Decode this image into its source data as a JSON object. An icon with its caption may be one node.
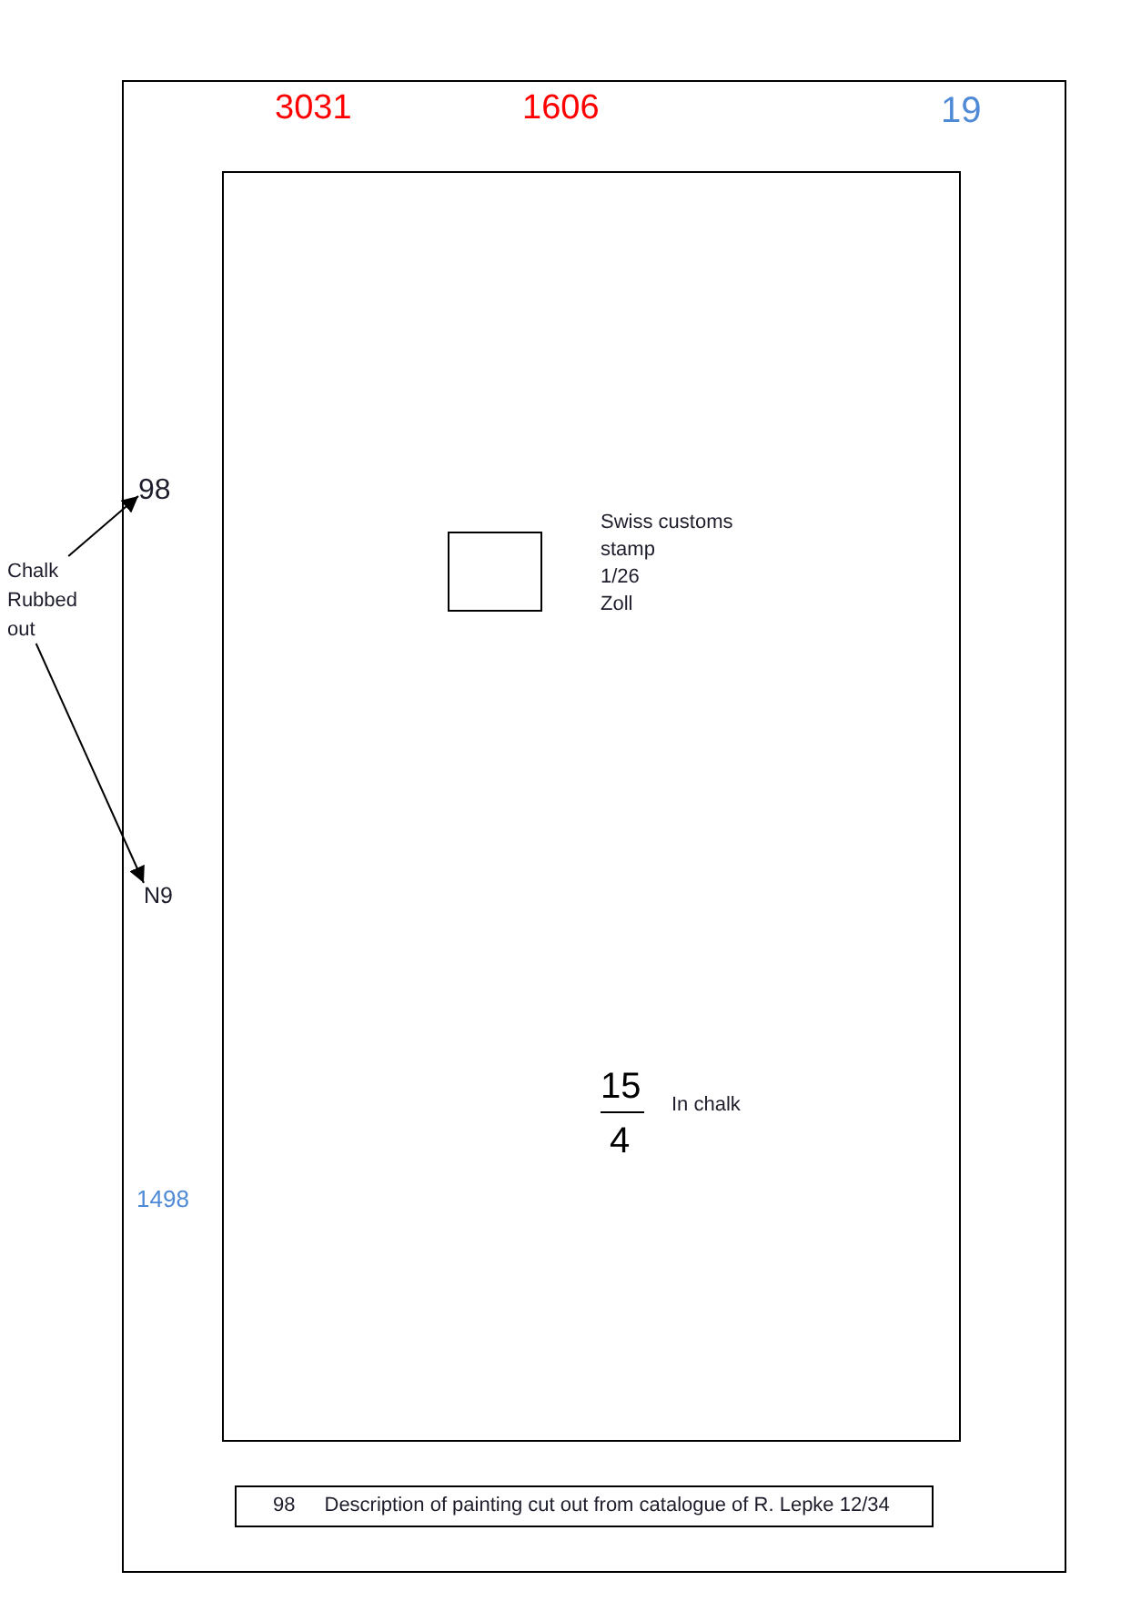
{
  "diagram": {
    "nodes": [
      {
        "text": [],
        "shape": "box"
      },
      {
        "text": [],
        "shape": "box",
        "in": 0
      },
      {
        "text": [
          "98"
        ],
        "in": 0
      },
      {
        "text": [
          "Chalk Rubbed out"
        ]
      },
      {
        "text": [],
        "shape": "box",
        "in": 1,
        "beside": [
          "Swiss customs stamp",
          "1/26",
          "Zoll"
        ]
      },
      {
        "text": [
          "N9"
        ],
        "in": 0
      },
      {
        "text": [
          "98",
          "Description of painting cut out from catalogue of R. Lepke 12/34"
        ],
        "in": 0
      }
    ],
    "edges": [
      {
        "from": 3,
        "to": 2,
        "arrow": "to"
      },
      {
        "from": 3,
        "to": 5,
        "arrow": "to"
      }
    ],
    "labels": [
      "3031",
      "1606",
      "19",
      "15",
      "4",
      "In chalk",
      "1498"
    ]
  }
}
